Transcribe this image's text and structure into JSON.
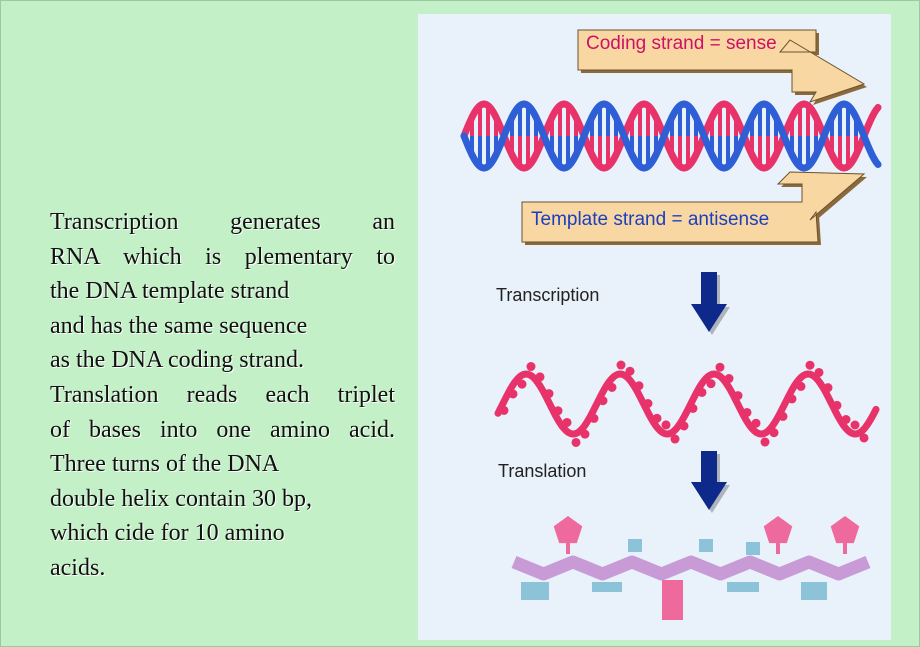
{
  "text_lines": [
    "Transcription generates an",
    "RNA which is plementary to",
    "the DNA template strand",
    "and has the same sequence",
    "as the DNA coding strand.",
    "Translation reads each triplet",
    "of bases into one amino acid.",
    "Three turns of the DNA",
    "double helix contain 30 bp,",
    "which cide for 10 amino",
    "acids."
  ],
  "diagram": {
    "coding_label": "Coding strand = sense",
    "template_label": "Template strand = antisense",
    "transcription_label": "Transcription",
    "translation_label": "Translation"
  },
  "colors": {
    "background": "#c3f0c6",
    "panel": "#e9f1fb",
    "dna_blue": "#2f5fd6",
    "rna_pink": "#e8336a",
    "callout_fill": "#f9d7a2",
    "arrow_navy": "#0d2a8a",
    "protein_chain": "#c89bd6",
    "amino_pink": "#ef6a9c",
    "amino_blue": "#8cc3d8"
  }
}
